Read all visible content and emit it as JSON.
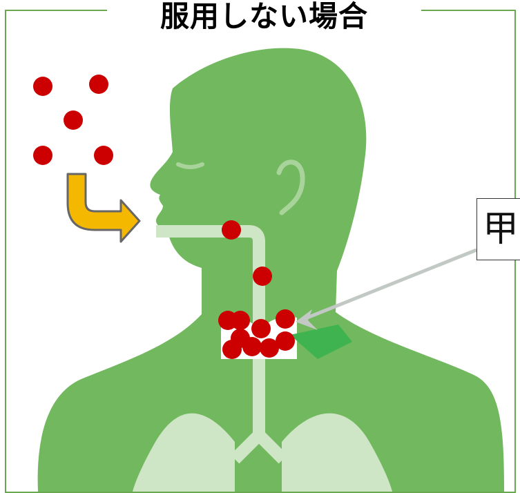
{
  "title": "服用しない場合",
  "callout_label": "甲",
  "colors": {
    "frame": "#6aa84f",
    "body": "#72b85e",
    "airway": "#cfe6c6",
    "thyroid_highlight": "#3fb34f",
    "particle": "#cc0000",
    "arrow": "#f5b800",
    "callout_arrow": "#c2c8c4"
  },
  "icons": {
    "inhale_arrow": "curved-right-arrow",
    "particles": "radioactive-iodine-dots"
  }
}
